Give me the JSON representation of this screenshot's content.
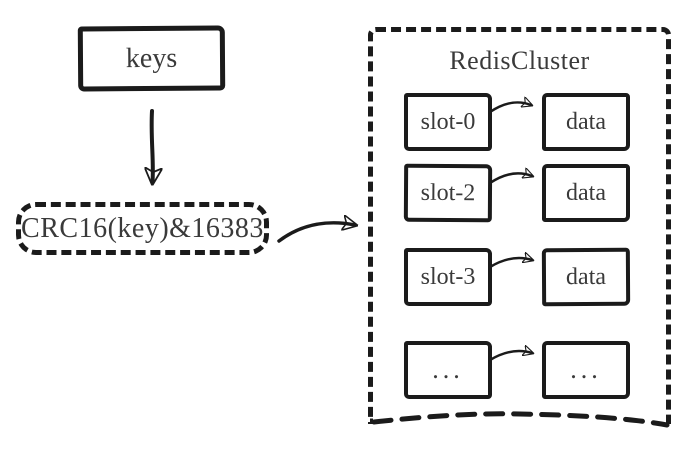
{
  "page": {
    "background": "#ffffff",
    "ink_color": "#1b1b1b",
    "text_color": "#3a3a3a"
  },
  "nodes": {
    "keys": {
      "label": "keys"
    },
    "hash": {
      "label": "CRC16(key)&16383"
    }
  },
  "cluster": {
    "title": "RedisCluster",
    "rows": [
      {
        "slot": "slot-0",
        "data": "data"
      },
      {
        "slot": "slot-2",
        "data": "data"
      },
      {
        "slot": "slot-3",
        "data": "data"
      },
      {
        "slot": "...",
        "data": "..."
      }
    ]
  }
}
